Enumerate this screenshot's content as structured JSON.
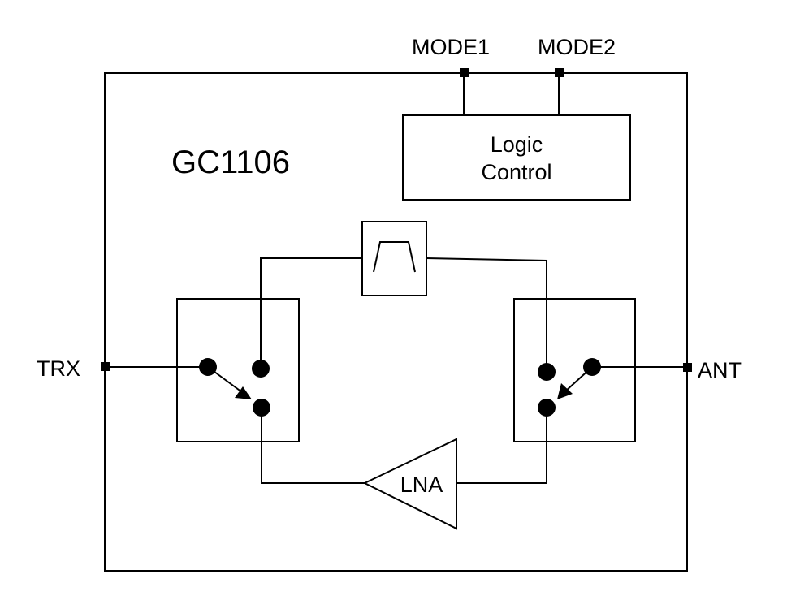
{
  "chip_name": "GC1106",
  "pins": {
    "mode1": "MODE1",
    "mode2": "MODE2",
    "trx": "TRX",
    "ant": "ANT"
  },
  "logic_control": {
    "line1": "Logic",
    "line2": "Control"
  },
  "lna_label": "LNA",
  "colors": {
    "stroke": "#000000",
    "background": "#ffffff"
  }
}
